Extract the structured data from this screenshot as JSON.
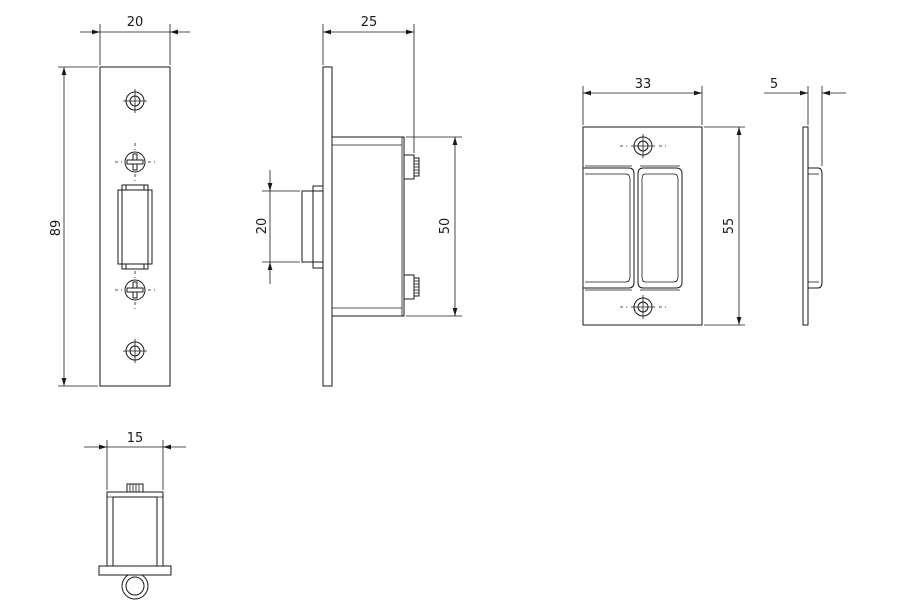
{
  "dimensions": {
    "faceplate_width": "20",
    "faceplate_height": "89",
    "body_depth": "25",
    "bolt_height": "20",
    "body_height": "50",
    "strike_width": "33",
    "strike_height": "55",
    "strike_thickness": "5",
    "bottom_width": "15"
  }
}
